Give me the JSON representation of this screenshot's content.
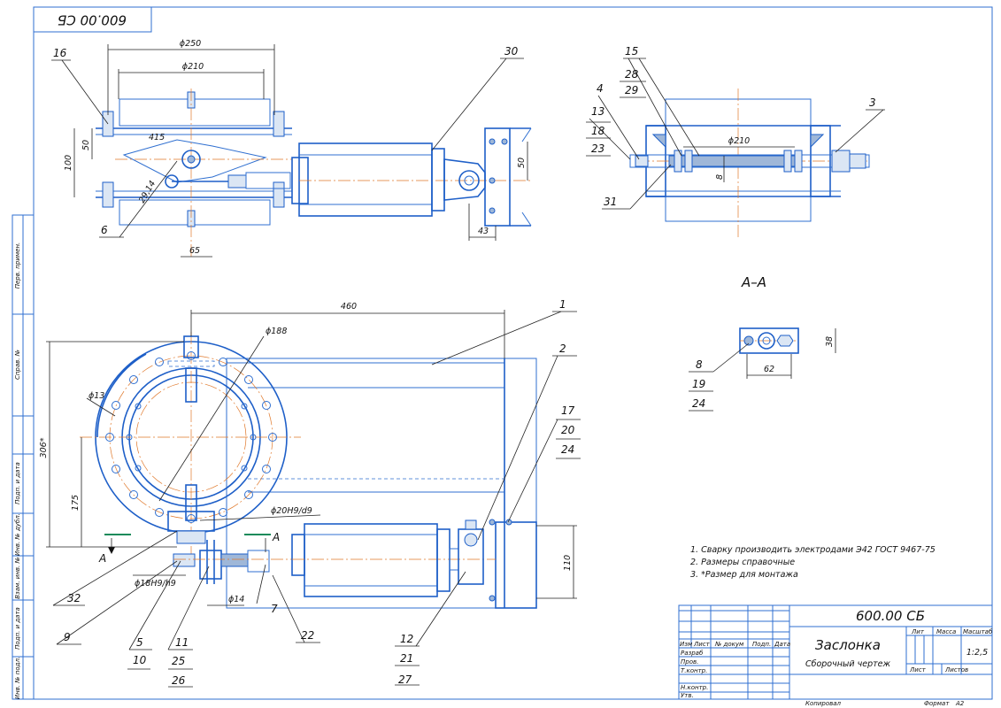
{
  "doc_code_mirrored": "600.00 СБ",
  "drawing_code": "600.00 СБ",
  "section_label": "А–А",
  "cut_letter": "А",
  "top_view_dims": {
    "d250": "ϕ250",
    "d210": "ϕ210",
    "h100": "100",
    "h50": "50",
    "r15": "415",
    "a2914": "29,14",
    "w65": "65",
    "w50": "50",
    "w43": "43"
  },
  "section_dims": {
    "d210": "ϕ210",
    "h8": "8"
  },
  "front_view_dims": {
    "w460": "460",
    "d188": "ϕ188",
    "d13": "ϕ13",
    "h306": "306*",
    "h175": "175",
    "fit20": "ϕ20H9/d9",
    "fit18": "ϕ18H9/h9",
    "d14": "ϕ14",
    "h110": "110"
  },
  "detail_dims": {
    "w62": "62",
    "h38": "38"
  },
  "callouts": {
    "c1": "1",
    "c2": "2",
    "c3": "3",
    "c4": "4",
    "c5": "5",
    "c6": "6",
    "c7": "7",
    "c8": "8",
    "c9": "9",
    "c10": "10",
    "c11": "11",
    "c12": "12",
    "c13": "13",
    "c15": "15",
    "c16": "16",
    "c17": "17",
    "c18": "18",
    "c19": "19",
    "c20": "20",
    "c21": "21",
    "c22": "22",
    "c23": "23",
    "c24": "24",
    "c24b": "24",
    "c25": "25",
    "c26": "26",
    "c27": "27",
    "c28": "28",
    "c29": "29",
    "c30": "30",
    "c31": "31",
    "c32": "32"
  },
  "notes": [
    "1. Сварку производить электродами Э42 ГОСТ 9467-75",
    "2. Размеры справочные",
    "3. *Размер для монтажа"
  ],
  "title_block": {
    "name": "Заслонка",
    "type": "Сборочный чертеж",
    "col_izm": "Изм",
    "col_list": "Лист",
    "col_doc": "№ докум",
    "col_sign": "Подп.",
    "col_date": "Дата",
    "razrab": "Разраб",
    "prov": "Пров.",
    "tkontr": "Т.контр.",
    "nkontr": "Н.контр.",
    "utv": "Утв.",
    "lit": "Лит",
    "massa": "Масса",
    "masshtab": "Масштаб",
    "scale": "1:2,5",
    "list": "Лист",
    "listov": "Листов",
    "copied": "Копировал",
    "format": "Формат",
    "format_value": "А2"
  },
  "side_strip": [
    "Перв. примен.",
    "Справ. №",
    "Подп. и дата",
    "Инв. № дубл.",
    "Взам. инв. №",
    "Подп. и дата",
    "Инв. № подл."
  ]
}
